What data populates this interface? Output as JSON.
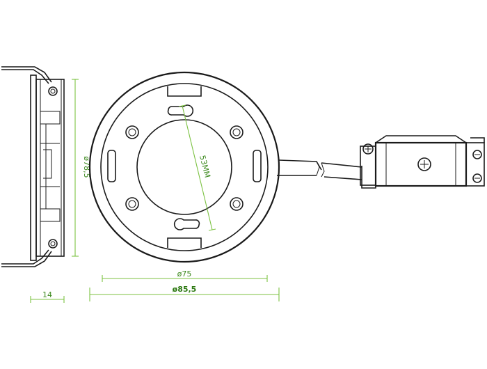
{
  "diagram": {
    "colors": {
      "outline": "#1a1a1a",
      "dimension": "#7cc242",
      "dimension_text": "#3d8a1f"
    },
    "dimensions": {
      "height_side": "ø78,5",
      "depth": "14",
      "inner_diameter": "ø75",
      "outer_diameter": "ø85,5",
      "mounting_distance": "53MM"
    }
  }
}
